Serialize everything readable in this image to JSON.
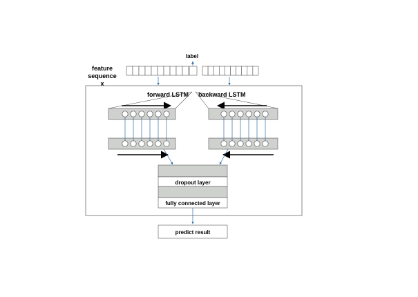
{
  "labels": {
    "feature_sequence_line1": "feature",
    "feature_sequence_line2": "sequence",
    "feature_sequence_line3": "x",
    "label": "label",
    "forward_lstm": "forward LSTM",
    "backward_lstm": "backward LSTM",
    "dropout_layer": "dropout layer",
    "fully_connected_layer": "fully connected layer",
    "predict_result": "predict result"
  },
  "colors": {
    "layer_fill": "#cfd1cf",
    "connector": "#2e6ca4",
    "outline": "#555555",
    "text": "#000000"
  },
  "icons": {
    "forward_direction": "arrow-right-icon",
    "backward_direction": "arrow-left-icon"
  }
}
